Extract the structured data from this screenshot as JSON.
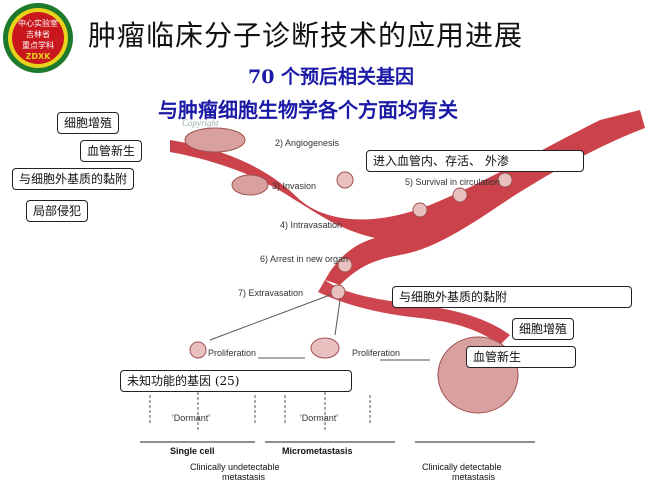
{
  "slide": {
    "title": "肿瘤临床分子诊断技术的应用进展",
    "subtitle_line1": "70 个预后相关基因",
    "subtitle_line2": "与肿瘤细胞生物学各个方面均有关",
    "watermark": "Copyright"
  },
  "logo": {
    "line1": "中心实验室",
    "line2": "吉林省",
    "line3": "重点学科",
    "line4": "ZDXK",
    "colors": {
      "outer": "#1d7a2c",
      "ring": "#e8d21a",
      "inner": "#c8181e",
      "text": "#ffffff"
    }
  },
  "callouts": {
    "cell_proliferation_top": "细胞增殖",
    "angiogenesis_top": "血管新生",
    "ecm_adhesion_left": "与细胞外基质的黏附",
    "local_invasion": "局部侵犯",
    "intravasation_survival": "进入血管内、存活、 外渗",
    "ecm_adhesion_right": "与细胞外基质的黏附",
    "cell_proliferation_right": "细胞增殖",
    "angiogenesis_right": "血管新生",
    "unknown_function": "未知功能的基因 (25)"
  },
  "diagram": {
    "steps": {
      "angiogenesis": "2) Angiogenesis",
      "invasion": "3) Invasion",
      "intravasation": "4) Intravasation",
      "survival": "5) Survival in circulation",
      "arrest": "6) Arrest in new organ",
      "extravasation": "7) Extravasation"
    },
    "proliferation_left": "Proliferation",
    "proliferation_right": "Proliferation",
    "dormant_left": "'Dormant'",
    "dormant_right": "'Dormant'",
    "single_cell": "Single cell",
    "micrometastasis": "Micrometastasis",
    "clinically_undetectable": "Clinically undetectable",
    "clinically_detectable": "Clinically detectable",
    "metastasis_left": "metastasis",
    "metastasis_right": "metastasis"
  },
  "colors": {
    "vessel": "#c8323c",
    "tumor": "#d9a0a0",
    "title_blue": "#1a1aa6"
  }
}
